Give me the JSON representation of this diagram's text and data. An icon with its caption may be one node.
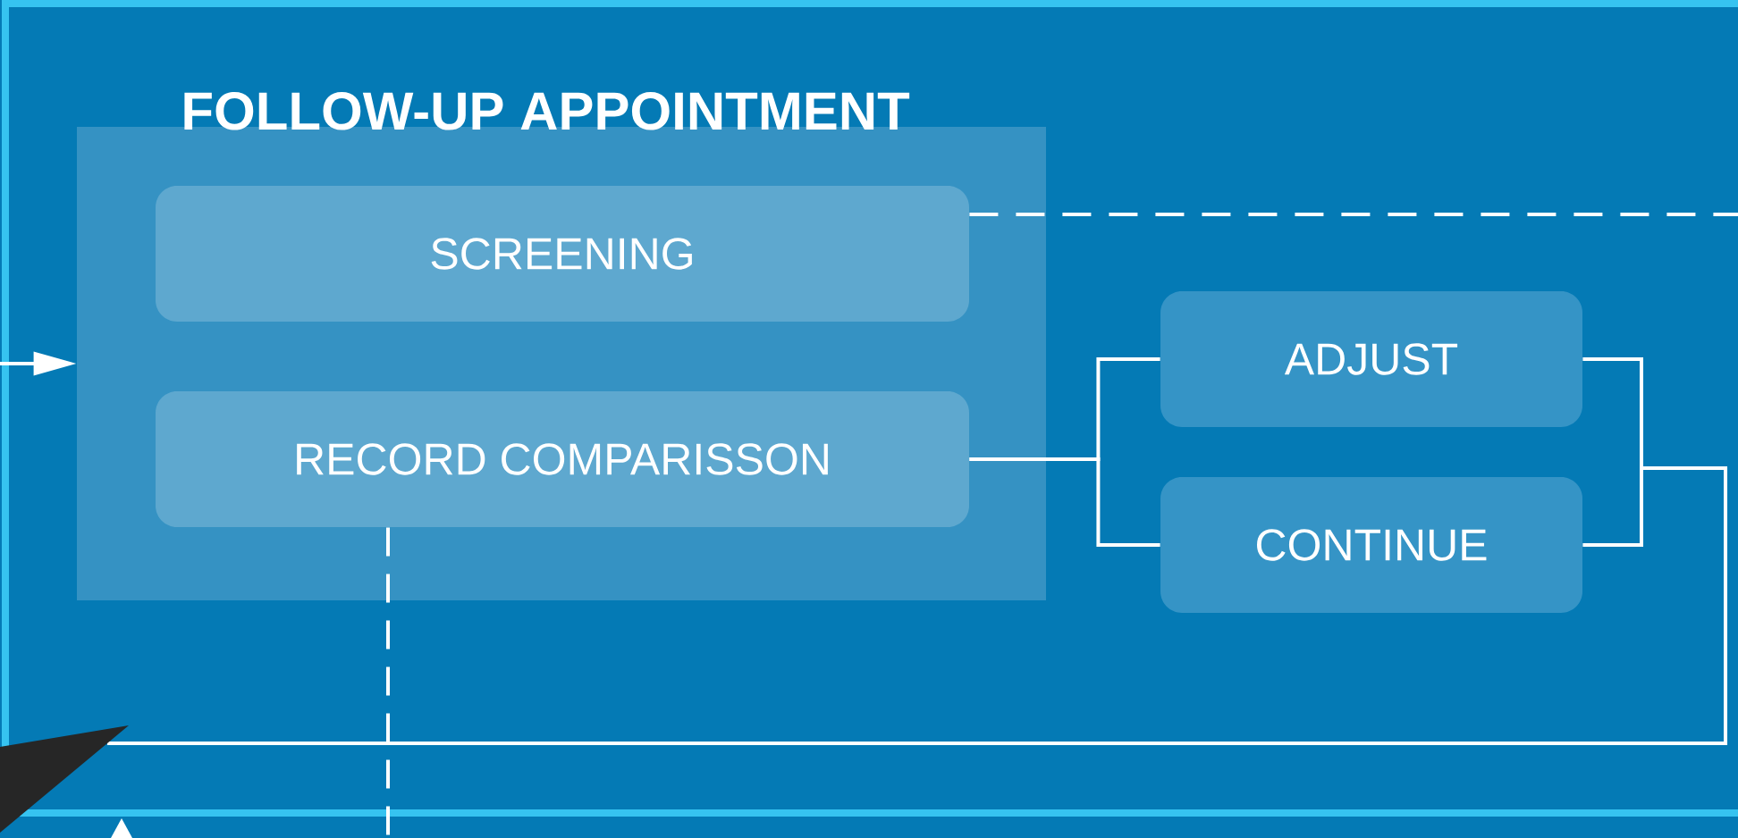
{
  "diagram": {
    "nodes": [
      {
        "text": [
          "FOLLOW-UP APPOINTMENT"
        ]
      },
      {
        "text": [
          "SCREENING"
        ],
        "in": 0
      },
      {
        "text": [
          "RECORD COMPARISSON"
        ],
        "in": 0
      },
      {
        "text": [
          "ADJUST"
        ]
      },
      {
        "text": [
          "CONTINUE"
        ]
      }
    ],
    "edges": [
      {
        "from": null,
        "to": 0,
        "arrow": "to"
      },
      {
        "from": 2,
        "to": 3,
        "arrow": "none"
      },
      {
        "from": 2,
        "to": 4,
        "arrow": "none"
      },
      {
        "from": 3,
        "to": null,
        "arrow": "none"
      },
      {
        "from": 4,
        "to": null,
        "arrow": "none"
      },
      {
        "from": 1,
        "to": null,
        "arrow": "none",
        "style": "dashed"
      },
      {
        "from": 2,
        "to": null,
        "arrow": "none",
        "style": "dashed"
      }
    ]
  }
}
